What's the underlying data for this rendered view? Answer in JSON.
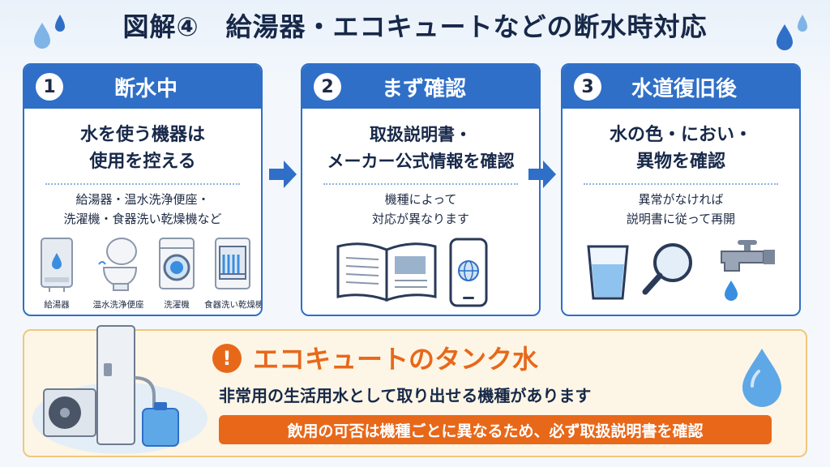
{
  "title": "図解④　給湯器・エコキュートなどの断水時対応",
  "steps": [
    {
      "number": "1",
      "title": "断水中",
      "main_line1": "水を使う機器は",
      "main_line2": "使用を控える",
      "sub_line1": "給湯器・温水洗浄便座・",
      "sub_line2": "洗濯機・食器洗い乾燥機など",
      "appliances": [
        "給湯器",
        "温水洗浄便座",
        "洗濯機",
        "食器洗い乾燥機"
      ]
    },
    {
      "number": "2",
      "title": "まず確認",
      "main_line1": "取扱説明書・",
      "main_line2": "メーカー公式情報を確認",
      "sub_line1": "機種によって",
      "sub_line2": "対応が異なります"
    },
    {
      "number": "3",
      "title": "水道復旧後",
      "main_line1": "水の色・におい・",
      "main_line2": "異物を確認",
      "sub_line1": "異常がなければ",
      "sub_line2": "説明書に従って再開"
    }
  ],
  "bottom": {
    "icon": "exclamation-icon",
    "mark": "!",
    "title": "エコキュートのタンク水",
    "subtitle": "非常用の生活用水として取り出せる機種があります",
    "note": "飲用の可否は機種ごとに異なるため、必ず取扱説明書を確認"
  },
  "colors": {
    "primary_blue": "#2f6fc7",
    "accent_orange": "#e8681a",
    "bottom_bg": "#fdf6e6"
  }
}
